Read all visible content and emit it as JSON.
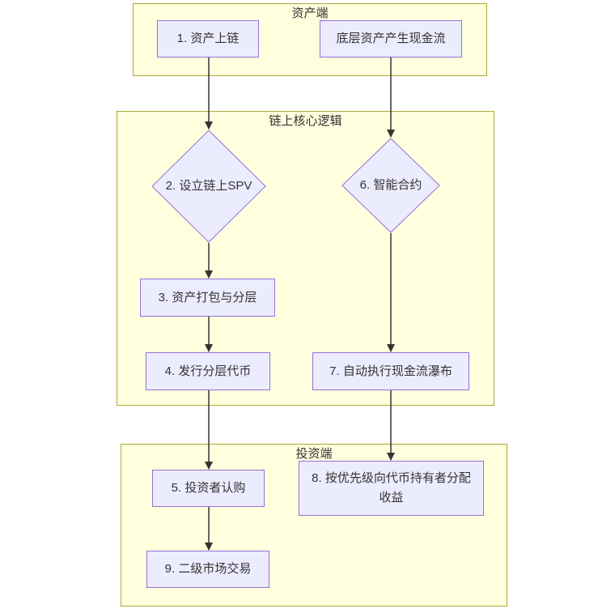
{
  "diagram": {
    "type": "flowchart",
    "sections": {
      "asset": {
        "label": "资产端"
      },
      "core": {
        "label": "链上核心逻辑"
      },
      "invest": {
        "label": "投资端"
      }
    },
    "nodes": {
      "n1": {
        "label": "1. 资产上链"
      },
      "cashflow": {
        "label": "底层资产产生现金流"
      },
      "n2": {
        "label": "2. 设立链上SPV",
        "shape": "diamond"
      },
      "n6": {
        "label": "6. 智能合约",
        "shape": "diamond"
      },
      "n3": {
        "label": "3. 资产打包与分层"
      },
      "n4": {
        "label": "4. 发行分层代币"
      },
      "n7": {
        "label": "7. 自动执行现金流瀑布"
      },
      "n5": {
        "label": "5. 投资者认购"
      },
      "n8": {
        "label": "8. 按优先级向代币持有者分配收益"
      },
      "n9": {
        "label": "9. 二级市场交易"
      }
    },
    "edges": [
      {
        "from": "n1",
        "to": "n2"
      },
      {
        "from": "cashflow",
        "to": "n6"
      },
      {
        "from": "n2",
        "to": "n3"
      },
      {
        "from": "n3",
        "to": "n4"
      },
      {
        "from": "n6",
        "to": "n7"
      },
      {
        "from": "n4",
        "to": "n5"
      },
      {
        "from": "n7",
        "to": "n8"
      },
      {
        "from": "n5",
        "to": "n9"
      }
    ],
    "colors": {
      "node_fill": "#ECECFF",
      "node_border": "#9370DB",
      "cluster_fill": "#ffffde",
      "cluster_border": "#aaaa33",
      "edge": "#333333",
      "text": "#333333",
      "background": "#ffffff"
    }
  }
}
